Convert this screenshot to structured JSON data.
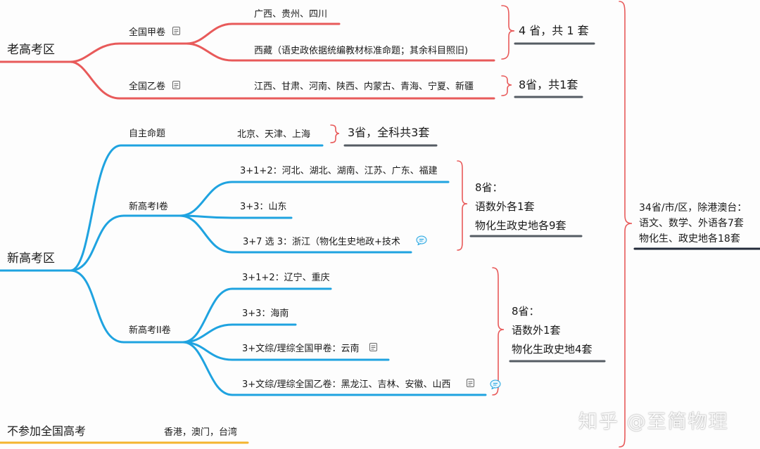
{
  "colors": {
    "old_branch": "#e85a5a",
    "new_branch": "#1fa3e0",
    "none_branch": "#f4b52e",
    "underline_gray": "#555c63",
    "underline_dark": "#222a3a",
    "bracket": "#e85a5a"
  },
  "regions": {
    "old": {
      "label": "老高考区",
      "paper_a": {
        "label": "全国甲卷",
        "icon": "note-icon",
        "items": [
          "广西、贵州、四川",
          "西藏（语史政依据统编教材标准命题；其余科目照旧)"
        ],
        "summary": "4 省，共 1 套"
      },
      "paper_b": {
        "label": "全国乙卷",
        "icon": "note-icon",
        "items": [
          "江西、甘肃、河南、陕西、内蒙古、青海、宁夏、新疆"
        ],
        "summary": "8省，共1套"
      }
    },
    "new": {
      "label": "新高考区",
      "self": {
        "label": "自主命题",
        "items": [
          "北京、天津、上海"
        ],
        "summary": "3省，全科共3套"
      },
      "paper_1": {
        "label": "新高考I卷",
        "items": [
          "3+1+2：河北、湖北、湖南、江苏、广东、福建",
          "3+3：山东",
          "3+7 选 3：浙江（物化生史地政+技术"
        ],
        "summary": [
          "8省：",
          "语数外各1套",
          "物化生政史地各9套"
        ]
      },
      "paper_2": {
        "label": "新高考II卷",
        "items": [
          "3+1+2：辽宁、重庆",
          "3+3：海南",
          "3+文综/理综全国甲卷：云南",
          "3+文综/理综全国乙卷：黑龙江、吉林、安徽、山西"
        ],
        "summary": [
          "8省：",
          "语数外1套",
          "物化生政史地4套"
        ]
      }
    },
    "none": {
      "label": "不参加全国高考",
      "items": [
        "香港，澳门，台湾"
      ]
    }
  },
  "overall_summary": [
    "34省/市/区，除港澳台：",
    "语文、数学、外语各7套",
    "物化生、政史地各18套"
  ],
  "watermark": "知乎 @至简物理"
}
